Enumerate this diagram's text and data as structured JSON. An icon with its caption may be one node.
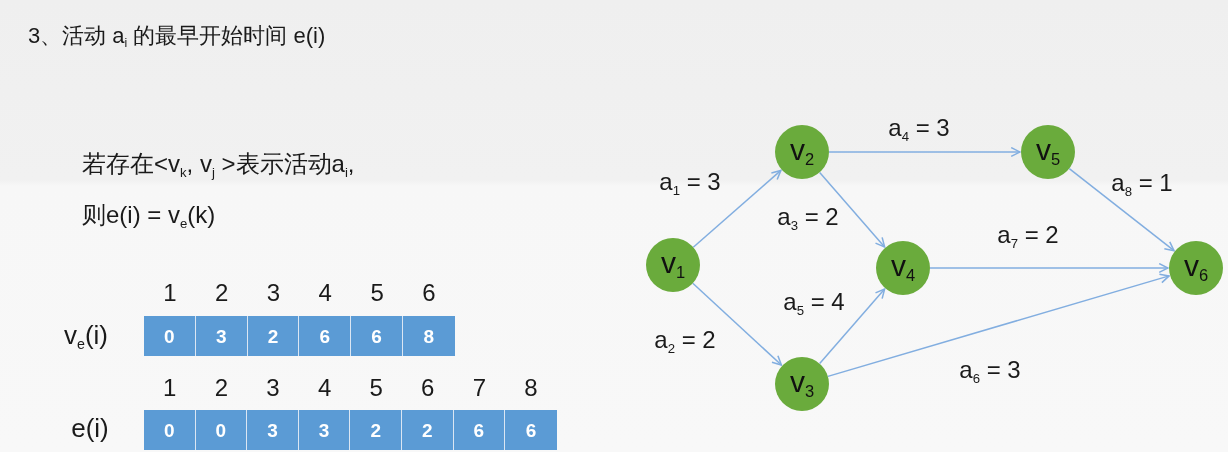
{
  "diagram": {
    "title": "3、活动 a$_{i}$ 的最早开始时间 e(i)",
    "nodes": [
      {
        "text": [
          "v$_{1}$"
        ]
      },
      {
        "text": [
          "v$_{2}$"
        ]
      },
      {
        "text": [
          "v$_{3}$"
        ]
      },
      {
        "text": [
          "v$_{4}$"
        ]
      },
      {
        "text": [
          "v$_{5}$"
        ]
      },
      {
        "text": [
          "v$_{6}$"
        ]
      }
    ],
    "edges": [
      {
        "from": 0,
        "to": 1,
        "arrow": "to",
        "label": "a$_{1}$ = 3"
      },
      {
        "from": 0,
        "to": 2,
        "arrow": "to",
        "label": "a$_{2}$ = 2"
      },
      {
        "from": 1,
        "to": 3,
        "arrow": "to",
        "label": "a$_{3}$ = 2"
      },
      {
        "from": 1,
        "to": 4,
        "arrow": "to",
        "label": "a$_{4}$ = 3"
      },
      {
        "from": 2,
        "to": 3,
        "arrow": "to",
        "label": "a$_{5}$ = 4"
      },
      {
        "from": 2,
        "to": 5,
        "arrow": "to",
        "label": "a$_{6}$ = 3"
      },
      {
        "from": 3,
        "to": 5,
        "arrow": "to",
        "label": "a$_{7}$ = 2"
      },
      {
        "from": 4,
        "to": 5,
        "arrow": "to",
        "label": "a$_{8}$ = 1"
      }
    ],
    "labels": [
      "若存在<v$_{k}$, v$_{j}$ >表示活动a$_{i}$,",
      "则e(i) = v$_{e}$(k)",
      "1",
      "2",
      "3",
      "4",
      "5",
      "6",
      "v$_{e}$(i)",
      "0",
      "3",
      "2",
      "6",
      "6",
      "8",
      "1",
      "2",
      "3",
      "4",
      "5",
      "6",
      "7",
      "8",
      "e(i)",
      "0",
      "0",
      "3",
      "3",
      "2",
      "2",
      "6",
      "6"
    ]
  }
}
